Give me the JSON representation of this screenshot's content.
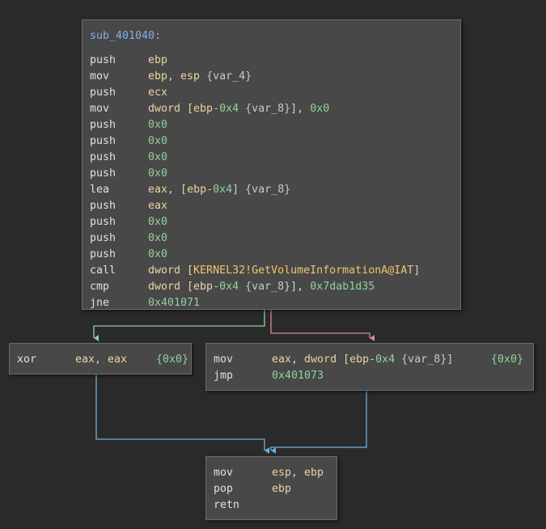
{
  "graph": {
    "entry": {
      "label": "sub_401040:",
      "lines": [
        {
          "mnemonic": "push",
          "operands": [
            {
              "t": "ebp",
              "k": "r"
            }
          ]
        },
        {
          "mnemonic": "mov",
          "operands": [
            {
              "t": "ebp",
              "k": "r"
            },
            {
              "t": ", ",
              "k": "p"
            },
            {
              "t": "esp",
              "k": "r"
            },
            {
              "t": " {var_4}",
              "k": "v"
            }
          ]
        },
        {
          "mnemonic": "push",
          "operands": [
            {
              "t": "ecx",
              "k": "r"
            }
          ]
        },
        {
          "mnemonic": "mov",
          "operands": [
            {
              "t": "dword [",
              "k": "r"
            },
            {
              "t": "ebp",
              "k": "r"
            },
            {
              "t": "-",
              "k": "p"
            },
            {
              "t": "0x4",
              "k": "n"
            },
            {
              "t": " {var_8}",
              "k": "v"
            },
            {
              "t": "], ",
              "k": "p"
            },
            {
              "t": "0x0",
              "k": "n"
            }
          ]
        },
        {
          "mnemonic": "push",
          "operands": [
            {
              "t": "0x0",
              "k": "n"
            }
          ]
        },
        {
          "mnemonic": "push",
          "operands": [
            {
              "t": "0x0",
              "k": "n"
            }
          ]
        },
        {
          "mnemonic": "push",
          "operands": [
            {
              "t": "0x0",
              "k": "n"
            }
          ]
        },
        {
          "mnemonic": "push",
          "operands": [
            {
              "t": "0x0",
              "k": "n"
            }
          ]
        },
        {
          "mnemonic": "lea",
          "operands": [
            {
              "t": "eax",
              "k": "r"
            },
            {
              "t": ", [",
              "k": "p"
            },
            {
              "t": "ebp",
              "k": "r"
            },
            {
              "t": "-",
              "k": "p"
            },
            {
              "t": "0x4",
              "k": "n"
            },
            {
              "t": "]",
              "k": "p"
            },
            {
              "t": " {var_8}",
              "k": "v"
            }
          ]
        },
        {
          "mnemonic": "push",
          "operands": [
            {
              "t": "eax",
              "k": "r"
            }
          ]
        },
        {
          "mnemonic": "push",
          "operands": [
            {
              "t": "0x0",
              "k": "n"
            }
          ]
        },
        {
          "mnemonic": "push",
          "operands": [
            {
              "t": "0x0",
              "k": "n"
            }
          ]
        },
        {
          "mnemonic": "push",
          "operands": [
            {
              "t": "0x0",
              "k": "n"
            }
          ]
        },
        {
          "mnemonic": "call",
          "operands": [
            {
              "t": "dword [",
              "k": "r"
            },
            {
              "t": "KERNEL32!GetVolumeInformationA@IAT",
              "k": "s"
            },
            {
              "t": "]",
              "k": "p"
            }
          ]
        },
        {
          "mnemonic": "cmp",
          "operands": [
            {
              "t": "dword [",
              "k": "r"
            },
            {
              "t": "ebp",
              "k": "r"
            },
            {
              "t": "-",
              "k": "p"
            },
            {
              "t": "0x4",
              "k": "n"
            },
            {
              "t": " {var_8}",
              "k": "v"
            },
            {
              "t": "], ",
              "k": "p"
            },
            {
              "t": "0x7dab1d35",
              "k": "n"
            }
          ]
        },
        {
          "mnemonic": "jne",
          "operands": [
            {
              "t": "0x401071",
              "k": "n"
            }
          ]
        }
      ]
    },
    "false_branch": {
      "lines": [
        {
          "mnemonic": "xor",
          "operands": [
            {
              "t": "eax",
              "k": "r"
            },
            {
              "t": ", ",
              "k": "p"
            },
            {
              "t": "eax",
              "k": "r"
            }
          ],
          "comment": "{0x0}"
        }
      ]
    },
    "true_branch": {
      "lines": [
        {
          "mnemonic": "mov",
          "operands": [
            {
              "t": "eax",
              "k": "r"
            },
            {
              "t": ", dword [",
              "k": "r"
            },
            {
              "t": "ebp",
              "k": "r"
            },
            {
              "t": "-",
              "k": "p"
            },
            {
              "t": "0x4",
              "k": "n"
            },
            {
              "t": " {var_8}",
              "k": "v"
            },
            {
              "t": "]",
              "k": "p"
            }
          ],
          "comment": "{0x0}"
        },
        {
          "mnemonic": "jmp",
          "operands": [
            {
              "t": "0x401073",
              "k": "n"
            }
          ]
        }
      ]
    },
    "exit": {
      "lines": [
        {
          "mnemonic": "mov",
          "operands": [
            {
              "t": "esp",
              "k": "r"
            },
            {
              "t": ", ",
              "k": "p"
            },
            {
              "t": "ebp",
              "k": "r"
            }
          ]
        },
        {
          "mnemonic": "pop",
          "operands": [
            {
              "t": "ebp",
              "k": "r"
            }
          ]
        },
        {
          "mnemonic": "retn",
          "operands": []
        }
      ]
    },
    "colors": {
      "fallthrough_edge": "#8fd19e",
      "taken_edge": "#e08a8a",
      "unconditional_edge": "#6ab0e0"
    }
  }
}
